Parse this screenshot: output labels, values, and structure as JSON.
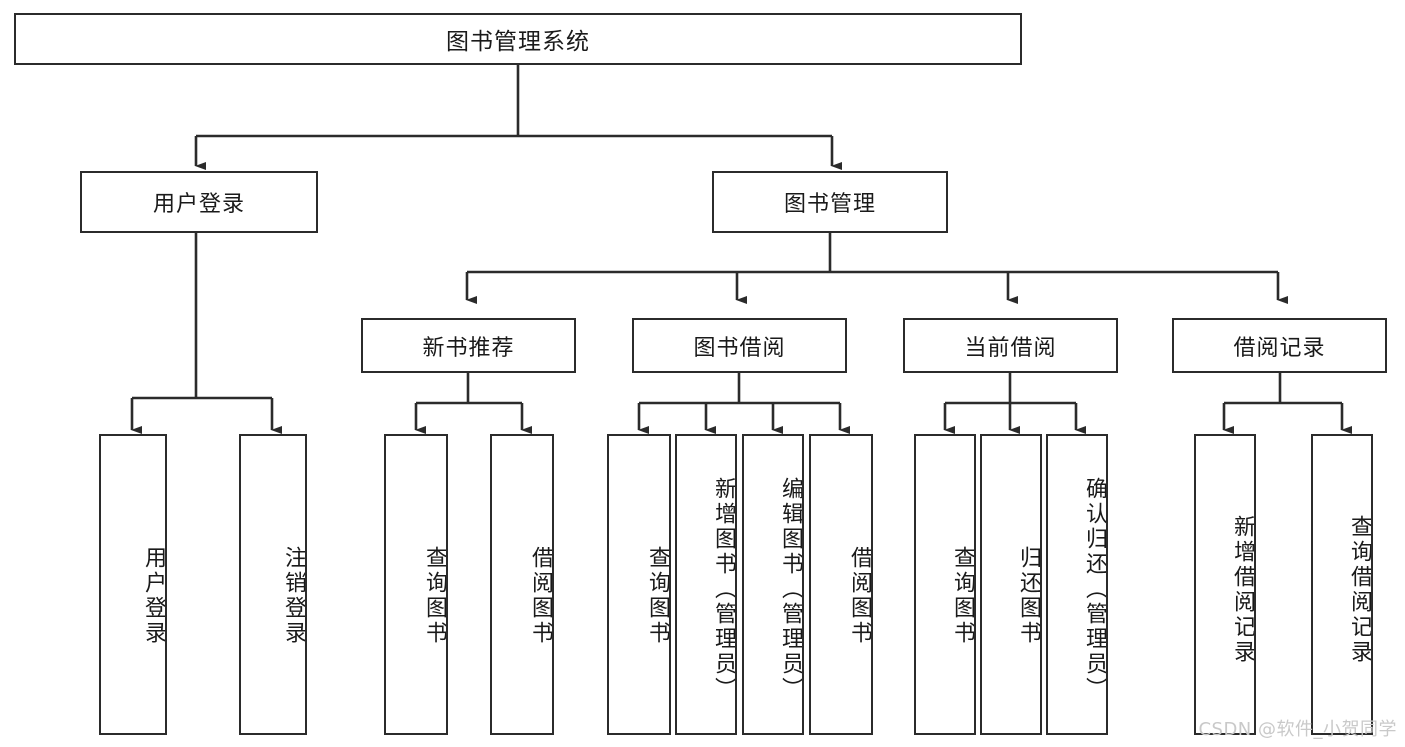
{
  "diagram": {
    "title": "图书管理系统",
    "type": "tree",
    "watermark": "CSDN @软件_小贺同学",
    "line_color": "#2b2b2b",
    "box_fill": "#ffffff",
    "text_color": "#1a1a1a",
    "root": {
      "label": "图书管理系统"
    },
    "level2": [
      {
        "label": "用户登录"
      },
      {
        "label": "图书管理"
      }
    ],
    "level3": [
      {
        "label": "新书推荐"
      },
      {
        "label": "图书借阅"
      },
      {
        "label": "当前借阅"
      },
      {
        "label": "借阅记录"
      }
    ],
    "leaves": {
      "user_login": [
        {
          "label": "用户登录"
        },
        {
          "label": "注销登录"
        }
      ],
      "new_book_recommend": [
        {
          "label": "查询图书"
        },
        {
          "label": "借阅图书"
        }
      ],
      "book_borrow": [
        {
          "label": "查询图书"
        },
        {
          "label": "新增图书（管理员）"
        },
        {
          "label": "编辑图书（管理员）"
        },
        {
          "label": "借阅图书"
        }
      ],
      "current_borrow": [
        {
          "label": "查询图书"
        },
        {
          "label": "归还图书"
        },
        {
          "label": "确认归还（管理员）"
        }
      ],
      "borrow_record": [
        {
          "label": "新增借阅记录"
        },
        {
          "label": "查询借阅记录"
        }
      ]
    }
  }
}
